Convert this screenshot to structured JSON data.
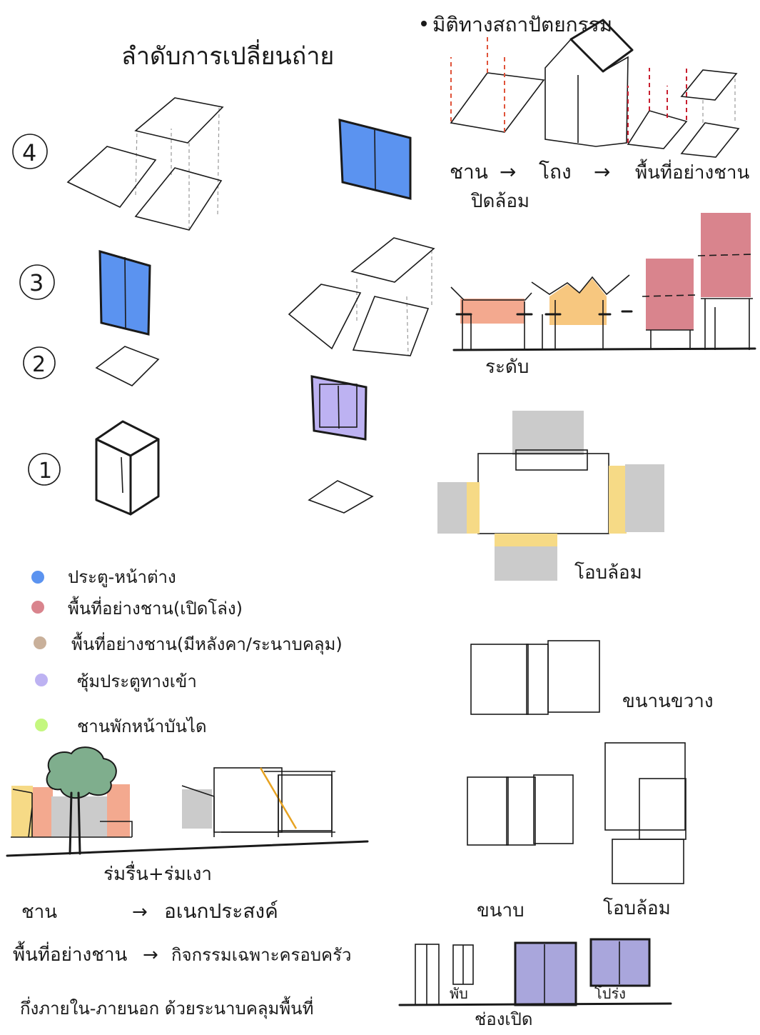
{
  "colors": {
    "blue": "#5b93f0",
    "red": "#d9848d",
    "tan": "#c9b09a",
    "lavender": "#bdb2f2",
    "lime": "#c4f77f",
    "salmon": "#f3a98f",
    "orange": "#f7c77f",
    "gray": "#cbcbcb",
    "yellow": "#f6da86",
    "green": "#7fae8d",
    "navy": "#a9a6dc",
    "wood": "#d1a77e"
  },
  "title": "ลำดับการเปลี่ยนถ่าย",
  "top_right_title": "มิติทางสถาปัตยกรรม",
  "steps": [
    "4",
    "3",
    "2",
    "1"
  ],
  "flow": {
    "items": [
      "ชาน",
      "โถง",
      "พื้นที่อย่างชาน"
    ],
    "arrow": "→",
    "sub": "ปิดล้อม"
  },
  "section_label": "ระดับ",
  "plan_label_enclose": "โอบล้อม",
  "plan_label_parallel": "ขนานขวาง",
  "plan_label_flank": "ขนาบ",
  "plan_label_enclose2": "โอบล้อม",
  "legend": [
    {
      "color": "blue",
      "label": "ประตู-หน้าต่าง"
    },
    {
      "color": "red",
      "label": "พื้นที่อย่างชาน(เปิดโล่ง)"
    },
    {
      "color": "tan",
      "label": "พื้นที่อย่างชาน(มีหลังคา/ระนาบคลุม)"
    },
    {
      "color": "lavender",
      "label": "ซุ้มประตูทางเข้า"
    },
    {
      "color": "lime",
      "label": "ชานพักหน้าบันได"
    }
  ],
  "tree_caption": "ร่มรื่น+ร่มเงา",
  "notes": [
    {
      "left": "ชาน",
      "arrow": "→",
      "right": "อเนกประสงค์"
    },
    {
      "left": "พื้นที่อย่างชาน",
      "arrow": "→",
      "right": "กิจกรรมเฉพาะครอบครัว"
    },
    {
      "left": "กึ่งภายใน-ภายนอก ด้วยระนาบคลุมพื้นที่",
      "arrow": "",
      "right": ""
    }
  ],
  "openings": {
    "label_fold": "พับ",
    "label_transparent": "โปร่ง",
    "caption": "ช่องเปิด"
  }
}
